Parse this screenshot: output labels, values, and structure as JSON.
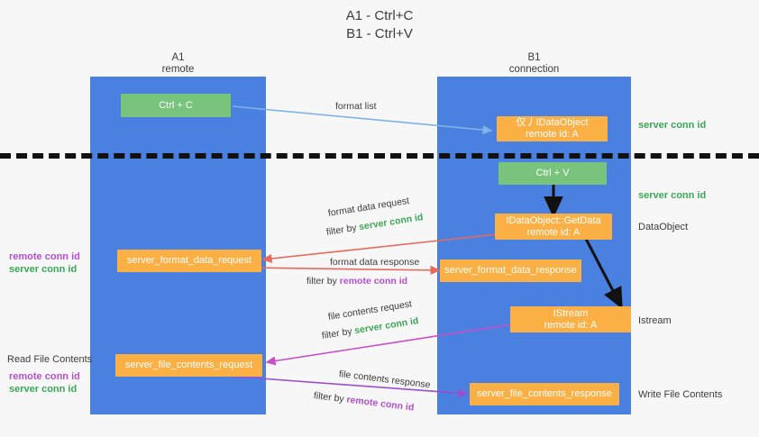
{
  "title": {
    "line1": "A1 - Ctrl+C",
    "line2": "B1 - Ctrl+V"
  },
  "columns": [
    {
      "name": "A1",
      "sub": "remote"
    },
    {
      "name": "B1",
      "sub": "connection"
    }
  ],
  "nodes": {
    "ctrl_c": {
      "label": "Ctrl + C"
    },
    "idataobject": {
      "line1": "仅⼃IDataObject",
      "line2": "remote id: A"
    },
    "ctrl_v": {
      "label": "Ctrl + V"
    },
    "getdata": {
      "line1": "IDataObject::GetData",
      "line2": "remote id: A"
    },
    "format_data_request": {
      "label": "server_format_data_request"
    },
    "format_data_response": {
      "label": "server_format_data_response"
    },
    "istream": {
      "line1": "IStream",
      "line2": "remote id: A"
    },
    "file_contents_request": {
      "label": "server_file_contents_request"
    },
    "file_contents_response": {
      "label": "server_file_contents_response"
    }
  },
  "edges": {
    "format_list": {
      "text": "format list"
    },
    "format_data_request": {
      "line1": "format data request",
      "filter_prefix": "filter by ",
      "filter_key": "server conn id"
    },
    "format_data_response": {
      "line1": "format data response",
      "filter_prefix": "filter by ",
      "filter_key": "remote conn id"
    },
    "file_contents_request": {
      "line1": "file contents request",
      "filter_prefix": "filter by ",
      "filter_key": "server conn id"
    },
    "file_contents_response": {
      "line1": "file contents response",
      "filter_prefix": "filter by ",
      "filter_key": "remote conn id"
    }
  },
  "right_labels": {
    "server_conn_id_top": "server conn id",
    "server_conn_id_mid": "server conn id",
    "dataobject": "DataObject",
    "istream": "Istream",
    "write_file_contents": "Write File Contents"
  },
  "left_labels": {
    "remote_conn_id_1": "remote conn id",
    "server_conn_id_1": "server conn id",
    "read_file_contents": "Read File Contents",
    "remote_conn_id_2": "remote conn id",
    "server_conn_id_2": "server conn id"
  },
  "colors": {
    "lane": "#4a80e0",
    "green_node": "#79c47d",
    "orange_node": "#fbb045",
    "green_text": "#3aa757",
    "purple_text": "#b44fd0",
    "blue_arrow": "#7fb2e8",
    "red_arrow": "#e8685a",
    "magenta_arrow": "#c84fc8",
    "purple_arrow": "#9b4fd0",
    "black_arrow": "#111111",
    "background": "#f7f7f7"
  }
}
